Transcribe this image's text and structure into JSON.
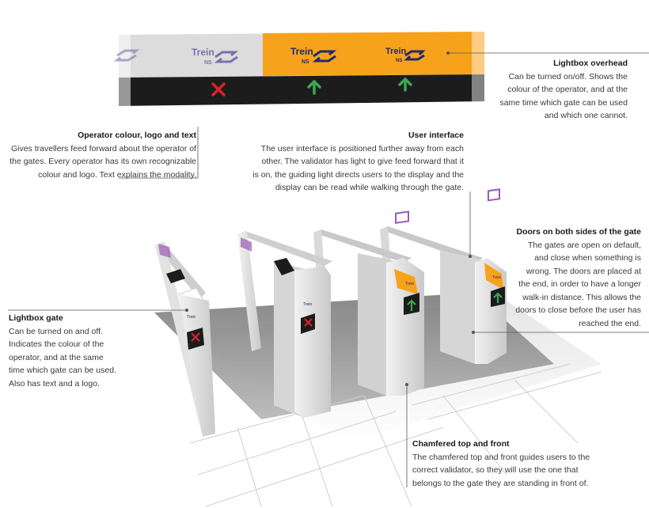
{
  "lightbox_sign": {
    "word": "Trein",
    "sub": "NS",
    "indicators": [
      "x",
      "arrow-up",
      "arrow-up"
    ]
  },
  "gate_labels": [
    "Trein",
    "Trein",
    "Trein"
  ],
  "annotations": {
    "lightbox_overhead": {
      "title": "Lightbox overhead",
      "lines": [
        "Can be turned on/off. Shows the",
        "colour of the operator, and at the",
        "same time which gate can be used",
        "and which one cannot."
      ]
    },
    "operator_colour": {
      "title": "Operator colour, logo and text",
      "lines": [
        "Gives travellers feed forward about the operator of",
        "the gates. Every operator has its own recognizable",
        "colour and logo. Text explains the modality."
      ]
    },
    "user_interface": {
      "title": "User interface",
      "lines": [
        "The user interface is positioned further away from each",
        "other. The validator has light to give feed forward that it",
        "is on, the guiding light directs users to the display and the",
        "display can be read while walking through the gate."
      ]
    },
    "doors": {
      "title": "Doors on both sides of the gate",
      "lines": [
        "The gates are open on default,",
        "and close when something is",
        "wrong. The doors are placed at",
        "the end, in order to have a longer",
        "walk-in distance. This allows the",
        "doors to close before the user has",
        "reached the end."
      ]
    },
    "lightbox_gate": {
      "title": "Lightbox gate",
      "lines": [
        "Can be turned on and off.",
        "Indicates the colour of the",
        "operator, and at the same",
        "time which gate can be used.",
        "Also has text and a logo."
      ]
    },
    "chamfered": {
      "title": "Chamfered top and front",
      "lines": [
        "The chamfered top and front guides users to the",
        "correct validator, so they will use the one that",
        "belongs to the gate they are standing in front of."
      ]
    }
  },
  "colors": {
    "operator_orange": "#f7a21b",
    "sign_grey": "#cfcfcf",
    "sign_lilac": "#7b6fb0",
    "indicator_red": "#d8232a",
    "indicator_green": "#3aa655",
    "gate_body": "#dadada",
    "floor_dark": "#8a8a8a"
  }
}
